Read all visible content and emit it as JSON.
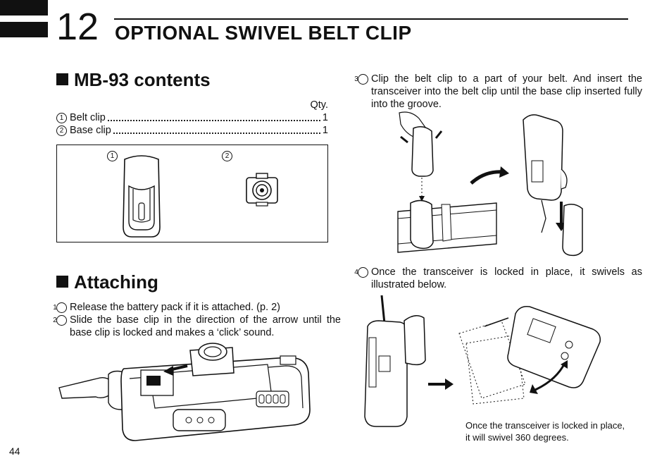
{
  "chapter": {
    "number": "12",
    "title": "OPTIONAL SWIVEL BELT CLIP"
  },
  "contents": {
    "heading": "MB-93 contents",
    "qty_header": "Qty.",
    "items": [
      {
        "marker": "1",
        "label": "Belt clip",
        "qty": "1"
      },
      {
        "marker": "2",
        "label": "Base clip",
        "qty": "1"
      }
    ],
    "figure_markers": [
      "1",
      "2"
    ]
  },
  "attaching": {
    "heading": "Attaching",
    "steps": [
      {
        "marker": "1",
        "text": "Release the battery pack if it is attached. (p. 2)"
      },
      {
        "marker": "2",
        "text": "Slide the base clip in the direction of the arrow until the base clip is locked and makes a ‘click’ sound."
      },
      {
        "marker": "3",
        "text": "Clip the belt clip to a part of your belt. And insert the transceiver into the belt clip until the base clip inserted fully into the groove."
      },
      {
        "marker": "4",
        "text": "Once the transceiver is locked in place, it swivels as illustrated below."
      }
    ]
  },
  "caption": {
    "line1": "Once the transceiver is locked in place,",
    "line2": "it will swivel 360 degrees."
  },
  "page_number": "44"
}
